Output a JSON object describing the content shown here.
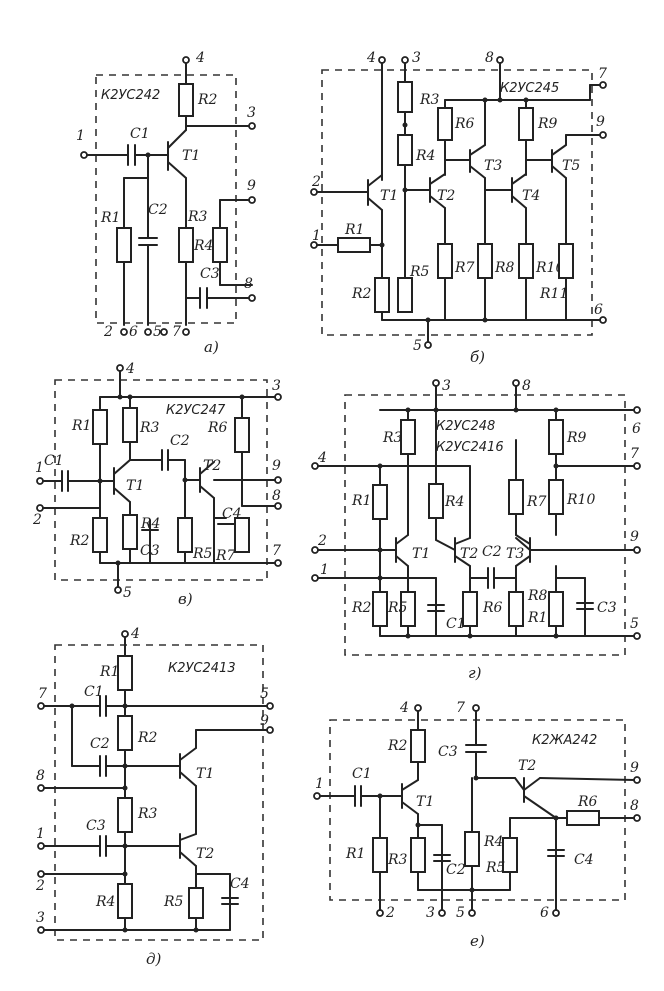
{
  "circuits": [
    {
      "id": "a",
      "title": "К2УС242",
      "caption": "а)",
      "pins": [
        "4",
        "1",
        "3",
        "9",
        "8",
        "2",
        "6",
        "5",
        "7"
      ],
      "components": [
        "R2",
        "C1",
        "T1",
        "R1",
        "C2",
        "R3",
        "R4",
        "C3"
      ]
    },
    {
      "id": "b",
      "title": "К2УС245",
      "caption": "б)",
      "pins": [
        "4",
        "3",
        "8",
        "7",
        "9",
        "2",
        "1",
        "5",
        "6"
      ],
      "components": [
        "R3",
        "R6",
        "R9",
        "R4",
        "T1",
        "T2",
        "T3",
        "T4",
        "T5",
        "R1",
        "R2",
        "R5",
        "R7",
        "R8",
        "R10",
        "R11"
      ]
    },
    {
      "id": "v",
      "title": "К2УС247",
      "caption": "в)",
      "pins": [
        "4",
        "3",
        "1",
        "2",
        "9",
        "8",
        "7",
        "5"
      ],
      "components": [
        "R1",
        "R3",
        "C2",
        "R6",
        "C1",
        "T1",
        "T2",
        "R2",
        "R4",
        "C3",
        "R5",
        "C4",
        "R7"
      ]
    },
    {
      "id": "g",
      "title": "К2УС248",
      "title2": "К2УС2416",
      "caption": "г)",
      "pins": [
        "3",
        "8",
        "6",
        "4",
        "7",
        "2",
        "1",
        "9",
        "5"
      ],
      "components": [
        "R3",
        "R9",
        "R1",
        "R4",
        "R7",
        "R10",
        "T1",
        "T2",
        "C2",
        "T3",
        "R2",
        "R5",
        "C1",
        "R6",
        "R8",
        "R11",
        "C3"
      ]
    },
    {
      "id": "d",
      "title": "К2УС2413",
      "caption": "д)",
      "pins": [
        "4",
        "7",
        "5",
        "9",
        "8",
        "1",
        "2",
        "3"
      ],
      "components": [
        "R1",
        "C1",
        "C2",
        "R2",
        "T1",
        "R3",
        "C3",
        "T2",
        "R4",
        "R5",
        "C4"
      ]
    },
    {
      "id": "e",
      "title": "К2ЖА242",
      "caption": "е)",
      "pins": [
        "4",
        "7",
        "1",
        "9",
        "8",
        "2",
        "3",
        "5",
        "6"
      ],
      "components": [
        "R2",
        "C3",
        "C1",
        "T1",
        "T2",
        "R6",
        "R1",
        "R3",
        "C2",
        "R4",
        "R5",
        "C4"
      ]
    }
  ]
}
